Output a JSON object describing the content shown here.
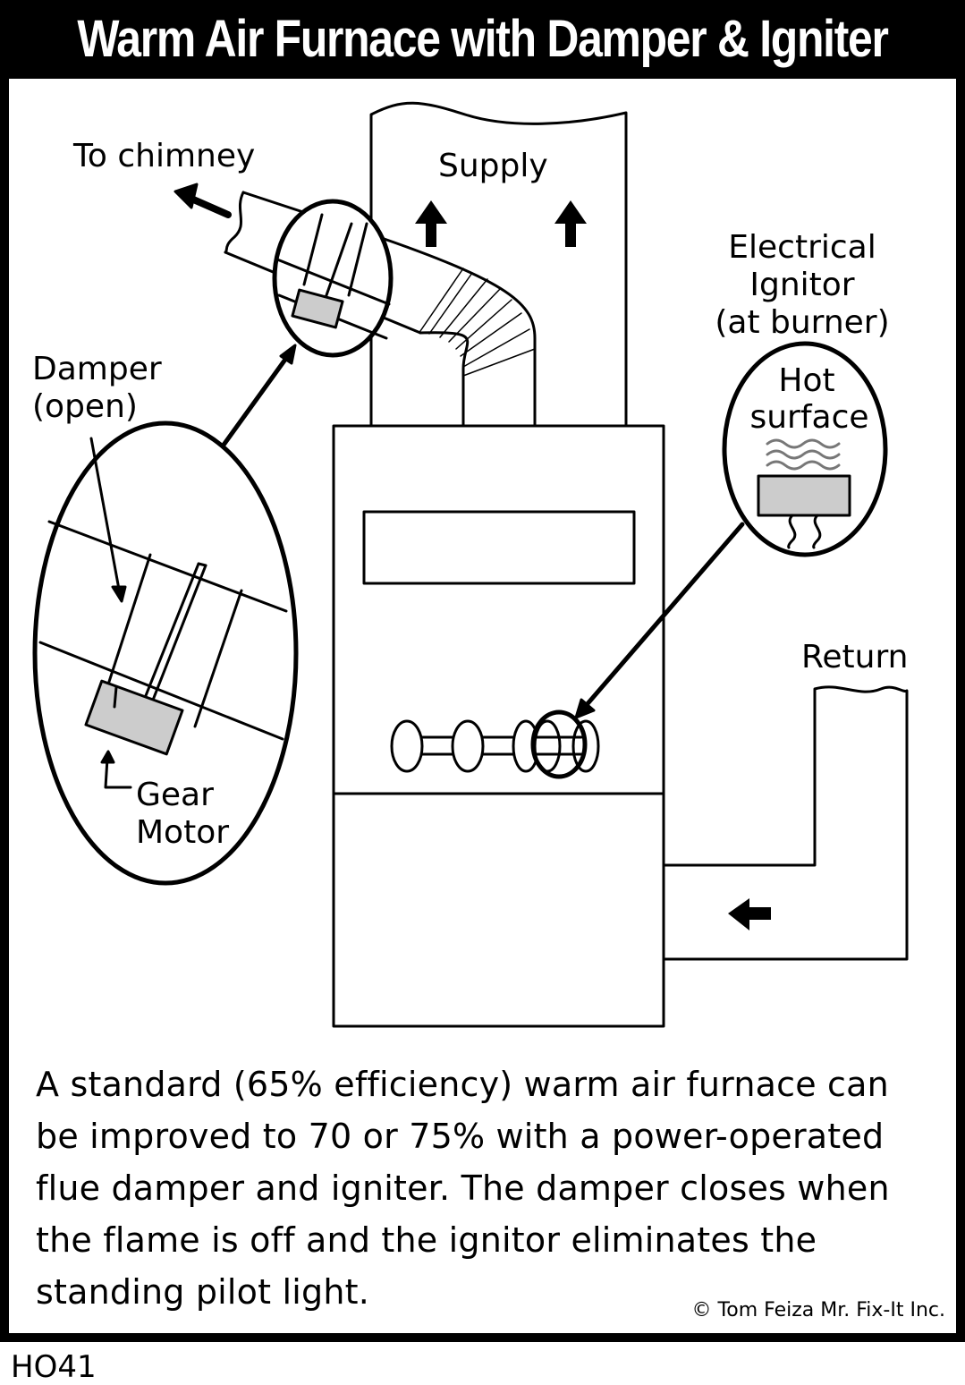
{
  "title": "Warm Air Furnace with Damper & Igniter",
  "labels": {
    "to_chimney": "To chimney",
    "supply": "Supply",
    "electrical_ignitor_1": "Electrical",
    "electrical_ignitor_2": "Ignitor",
    "electrical_ignitor_3": "(at burner)",
    "hot_surface_1": "Hot",
    "hot_surface_2": "surface",
    "damper_1": "Damper",
    "damper_2": "(open)",
    "gear_motor_1": "Gear",
    "gear_motor_2": "Motor",
    "return": "Return"
  },
  "caption": "A standard (65% efficiency) warm air furnace can be improved to 70 or 75% with a power-operated flue damper and igniter.  The damper closes when the flame is off and the ignitor eliminates the standing pilot light.",
  "copyright": "© Tom Feiza Mr. Fix-It Inc.",
  "code": "HO41",
  "colors": {
    "frame": "#000000",
    "component_fill": "#cccccc",
    "background": "#ffffff"
  }
}
